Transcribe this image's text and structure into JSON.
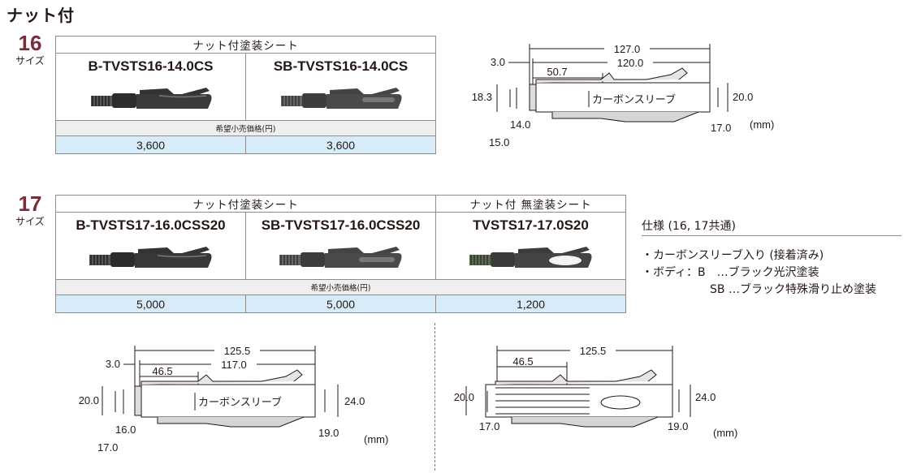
{
  "page_title": "ナット付",
  "section16": {
    "size_number": "16",
    "size_label": "サイズ",
    "group_header": "ナット付塗装シート",
    "price_label": "希望小売価格(円)",
    "products": [
      {
        "code": "B-TVSTS16-14.0CS",
        "price": "3,600"
      },
      {
        "code": "SB-TVSTS16-14.0CS",
        "price": "3,600"
      }
    ],
    "drawing": {
      "overall": "127.0",
      "length": "120.0",
      "nut": "50.7",
      "offset": "3.0",
      "left_outer": "18.3",
      "left_inner_a": "14.0",
      "left_inner_b": "15.0",
      "right_outer": "20.0",
      "right_inner": "17.0",
      "sleeve_label": "カーボンスリーブ",
      "unit": "(mm)"
    }
  },
  "section17": {
    "size_number": "17",
    "size_label": "サイズ",
    "group_header_painted": "ナット付塗装シート",
    "group_header_unpainted": "ナット付 無塗装シート",
    "price_label": "希望小売価格(円)",
    "products": [
      {
        "code": "B-TVSTS17-16.0CSS20",
        "price": "5,000"
      },
      {
        "code": "SB-TVSTS17-16.0CSS20",
        "price": "5,000"
      },
      {
        "code": "TVSTS17-17.0S20",
        "price": "1,200"
      }
    ],
    "drawing_a": {
      "overall": "125.5",
      "length": "117.0",
      "nut": "46.5",
      "offset": "3.0",
      "left_outer": "20.0",
      "left_inner_a": "16.0",
      "left_inner_b": "17.0",
      "right_outer": "24.0",
      "right_inner": "19.0",
      "sleeve_label": "カーボンスリーブ",
      "unit": "(mm)"
    },
    "drawing_b": {
      "overall": "125.5",
      "nut": "46.5",
      "left_outer": "20.0",
      "left_inner": "17.0",
      "right_outer": "24.0",
      "right_inner": "19.0",
      "unit": "(mm)"
    }
  },
  "spec": {
    "title": "仕様 (16, 17共通)",
    "items": [
      "・カーボンスリーブ入り (接着済み)",
      "・ボディ：B　…ブラック光沢塗装",
      "SB …ブラック特殊滑り止め塗装"
    ]
  },
  "icons": {
    "product_photo": "reel-seat-icon"
  },
  "colors": {
    "accent": "#7b2c36",
    "price_bg": "#d7ecf8",
    "label_bg": "#efefef"
  }
}
